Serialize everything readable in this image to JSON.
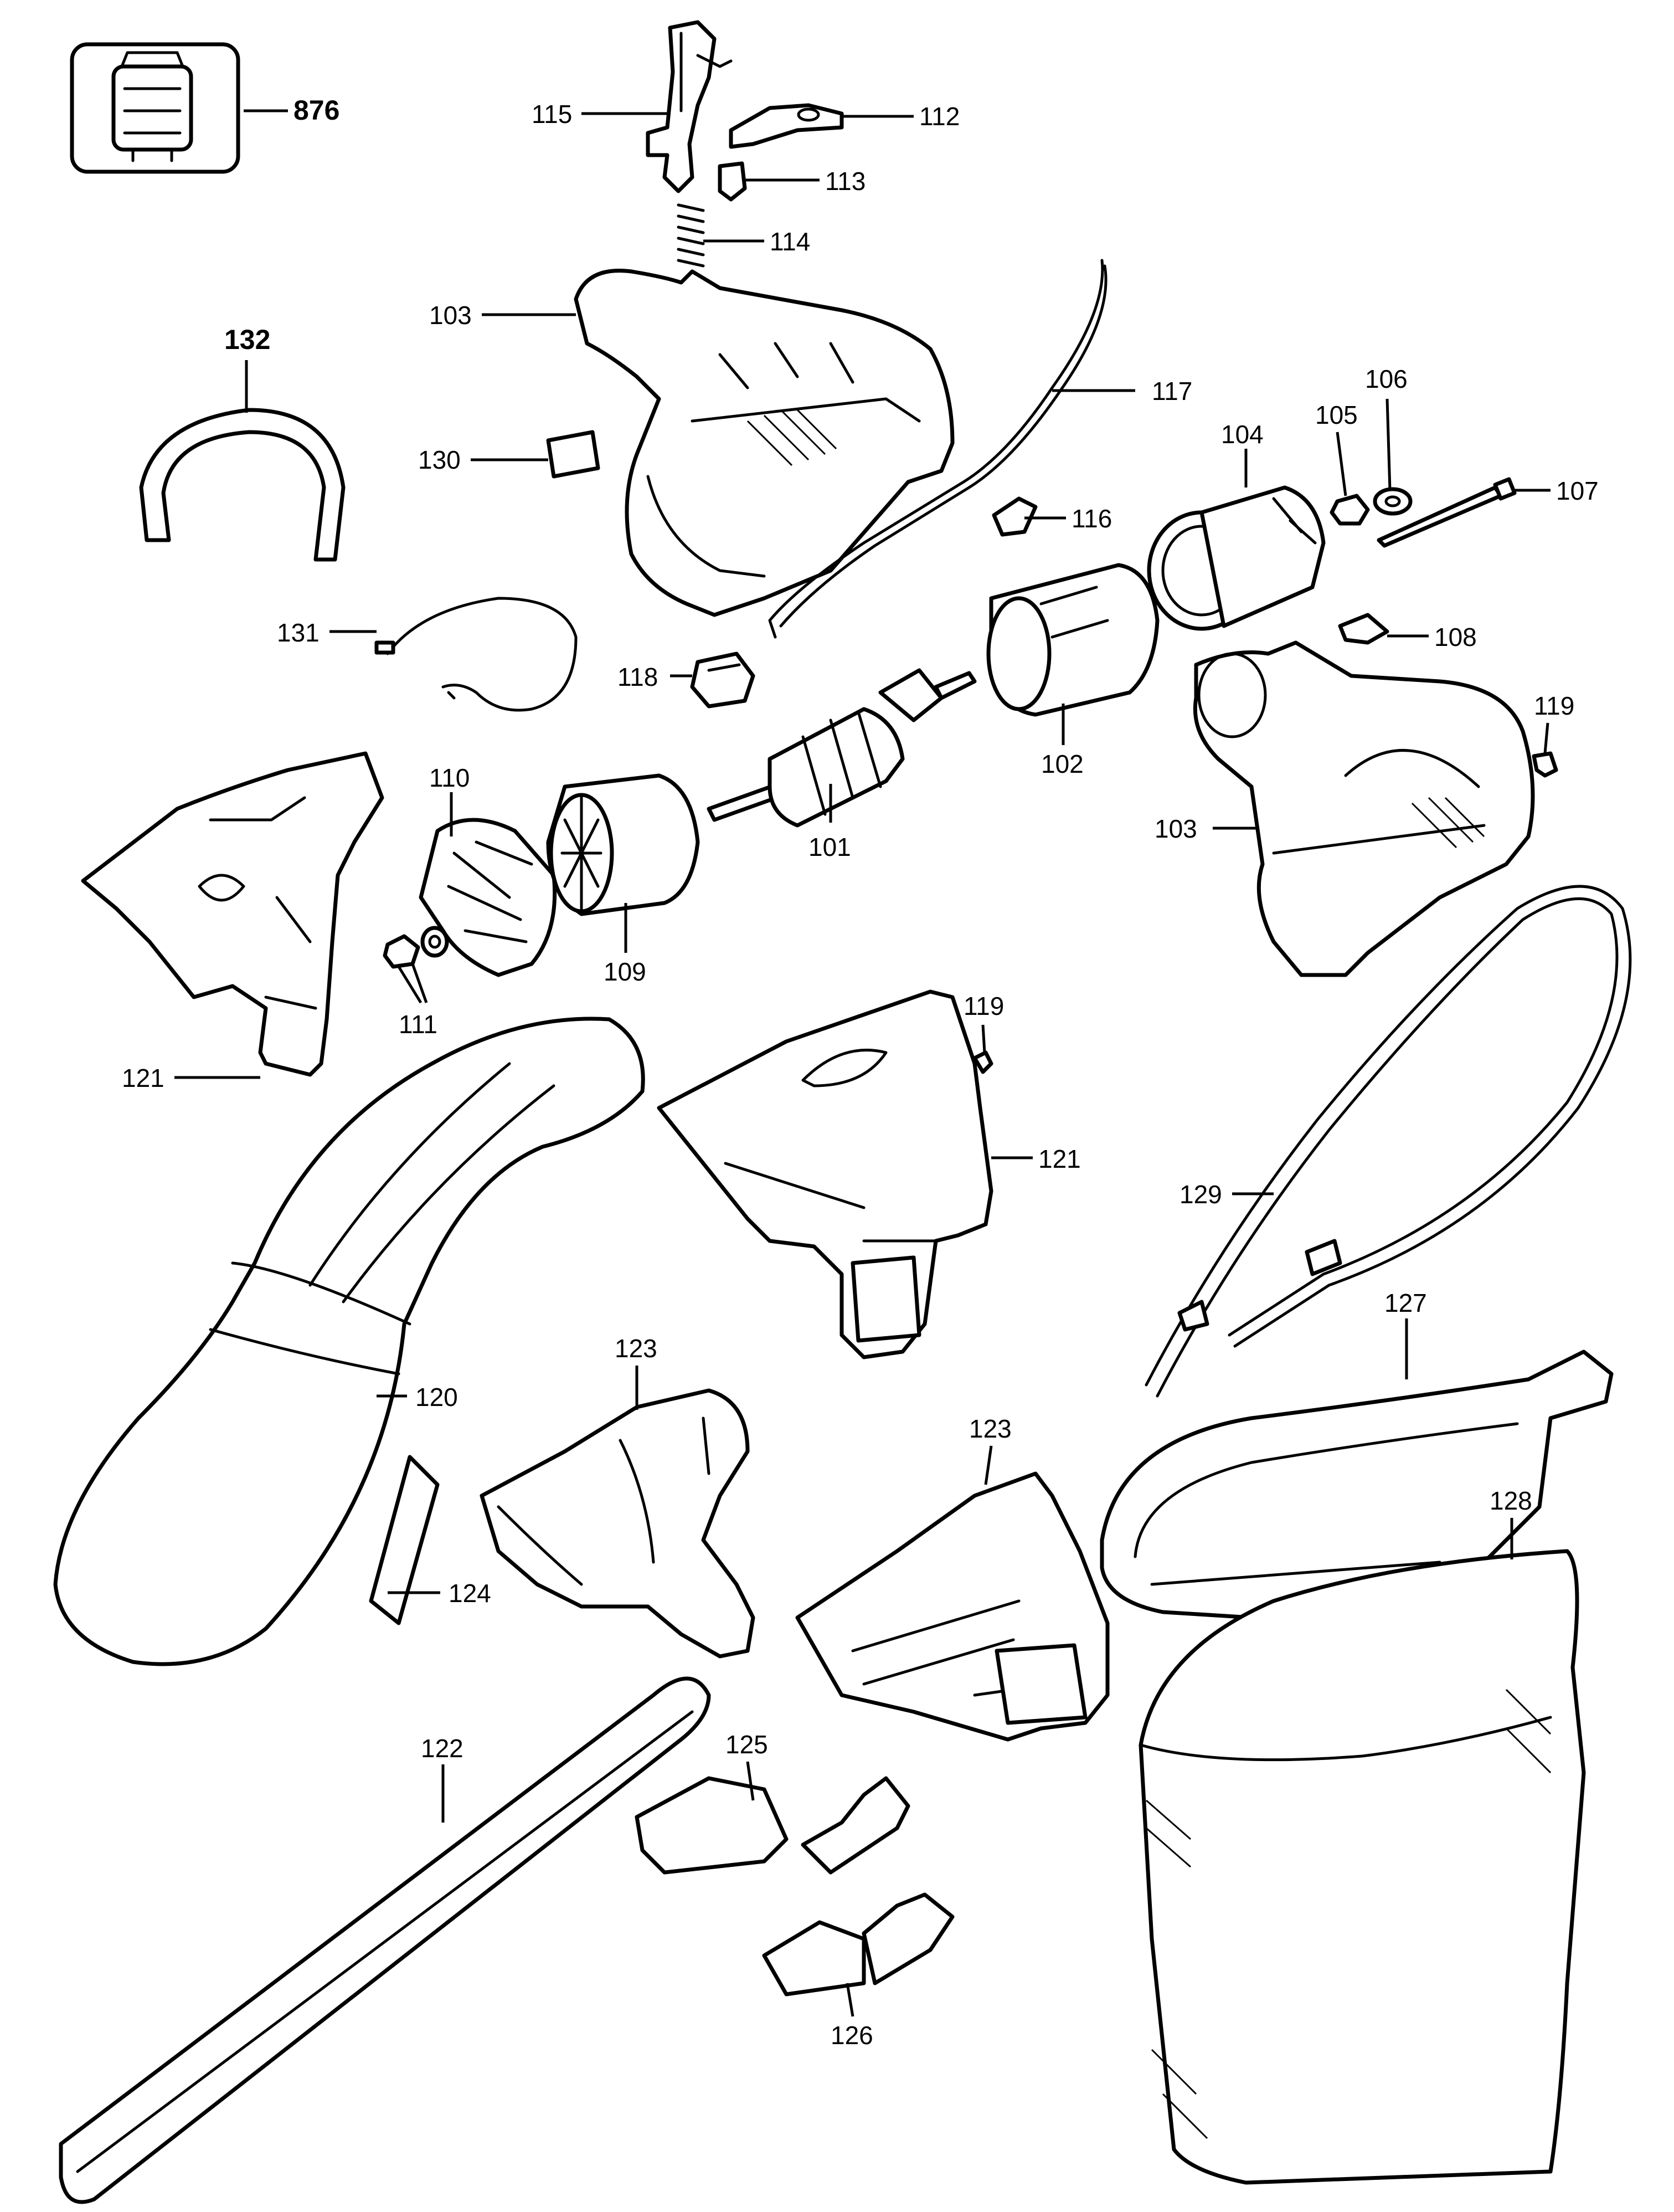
{
  "diagram": {
    "callouts": [
      {
        "id": "876",
        "label": "876",
        "bold": true
      },
      {
        "id": "115",
        "label": "115"
      },
      {
        "id": "112",
        "label": "112"
      },
      {
        "id": "113",
        "label": "113"
      },
      {
        "id": "114",
        "label": "114"
      },
      {
        "id": "103a",
        "label": "103"
      },
      {
        "id": "132",
        "label": "132",
        "bold": true
      },
      {
        "id": "130",
        "label": "130"
      },
      {
        "id": "117",
        "label": "117"
      },
      {
        "id": "104",
        "label": "104"
      },
      {
        "id": "105",
        "label": "105"
      },
      {
        "id": "106",
        "label": "106"
      },
      {
        "id": "107",
        "label": "107"
      },
      {
        "id": "116",
        "label": "116"
      },
      {
        "id": "108",
        "label": "108"
      },
      {
        "id": "131",
        "label": "131"
      },
      {
        "id": "118",
        "label": "118"
      },
      {
        "id": "102",
        "label": "102"
      },
      {
        "id": "119a",
        "label": "119"
      },
      {
        "id": "103b",
        "label": "103"
      },
      {
        "id": "110",
        "label": "110"
      },
      {
        "id": "101",
        "label": "101"
      },
      {
        "id": "109",
        "label": "109"
      },
      {
        "id": "111",
        "label": "111"
      },
      {
        "id": "119b",
        "label": "119"
      },
      {
        "id": "121a",
        "label": "121"
      },
      {
        "id": "121b",
        "label": "121"
      },
      {
        "id": "129",
        "label": "129"
      },
      {
        "id": "127",
        "label": "127"
      },
      {
        "id": "123a",
        "label": "123"
      },
      {
        "id": "120",
        "label": "120"
      },
      {
        "id": "123b",
        "label": "123"
      },
      {
        "id": "128",
        "label": "128"
      },
      {
        "id": "124",
        "label": "124"
      },
      {
        "id": "122",
        "label": "122"
      },
      {
        "id": "125",
        "label": "125"
      },
      {
        "id": "126",
        "label": "126"
      }
    ]
  }
}
